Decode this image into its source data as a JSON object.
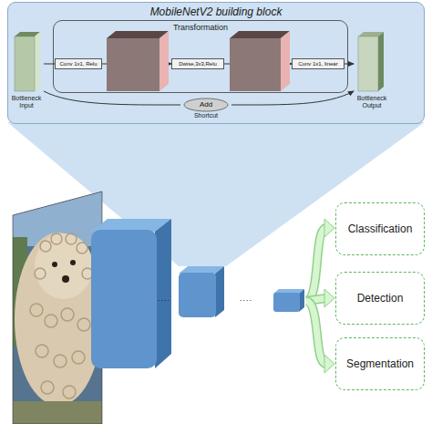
{
  "diagram": {
    "nodes": [
      {
        "text": [
          "MobileNetV2 building block"
        ]
      },
      {
        "text": [
          "Bottleneck Input"
        ],
        "in": 0
      },
      {
        "text": [
          "Transformation"
        ],
        "in": 0
      },
      {
        "text": [
          "Conv 1x1, Relu"
        ],
        "in": 2
      },
      {
        "text": [
          "Dwise,3x3,Relu"
        ],
        "in": 2
      },
      {
        "text": [
          "Conv 1x1, linear"
        ],
        "in": 2
      },
      {
        "text": [
          "Bottleneck Output"
        ],
        "in": 0
      },
      {
        "text": [
          "Add",
          "Shortcut"
        ],
        "in": 0
      },
      {
        "text": [
          "Classification"
        ]
      },
      {
        "text": [
          "Detection"
        ]
      },
      {
        "text": [
          "Segmentation"
        ]
      }
    ],
    "edges": [
      {
        "from": 1,
        "to": 3,
        "arrow": "none"
      },
      {
        "from": 3,
        "to": 4,
        "arrow": "to"
      },
      {
        "from": 4,
        "to": 5,
        "arrow": "to"
      },
      {
        "from": 5,
        "to": 6,
        "arrow": "to"
      },
      {
        "from": 1,
        "to": 7,
        "arrow": "none"
      },
      {
        "from": 7,
        "to": 6,
        "arrow": "to"
      }
    ],
    "labels": [
      "....",
      "...."
    ]
  }
}
